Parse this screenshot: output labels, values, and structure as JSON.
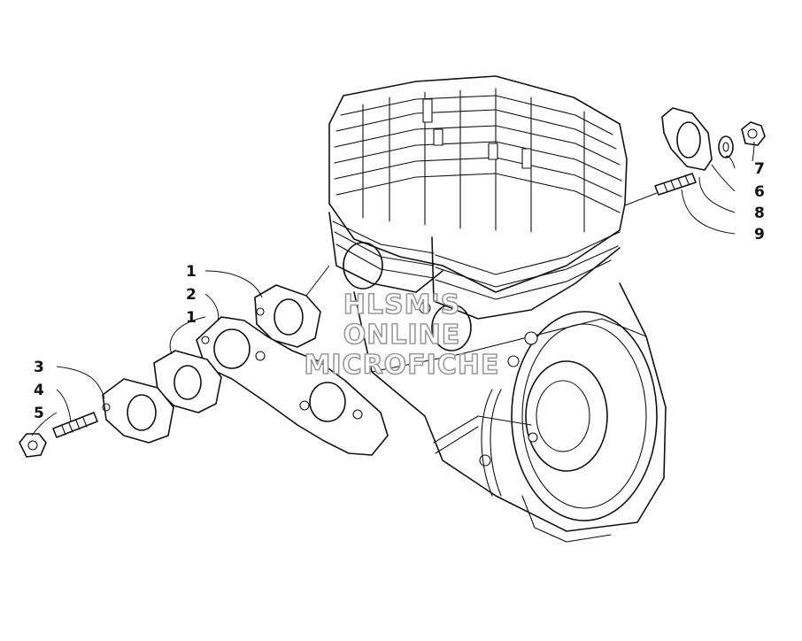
{
  "watermark": {
    "line1": "HLSM'S",
    "line2": "ONLINE",
    "line3": "MICROFICHE"
  },
  "callouts": {
    "left_gasket_top": "1",
    "left_manifold": "2",
    "left_gasket_bottom": "1",
    "left_flange": "3",
    "left_stud": "4",
    "left_nut": "5",
    "right_nut": "7",
    "right_washer": "6",
    "right_flange": "8",
    "right_stud": "9"
  },
  "colors": {
    "line": "#111111",
    "watermark_stroke": "#9a9a9a",
    "background": "#ffffff"
  }
}
